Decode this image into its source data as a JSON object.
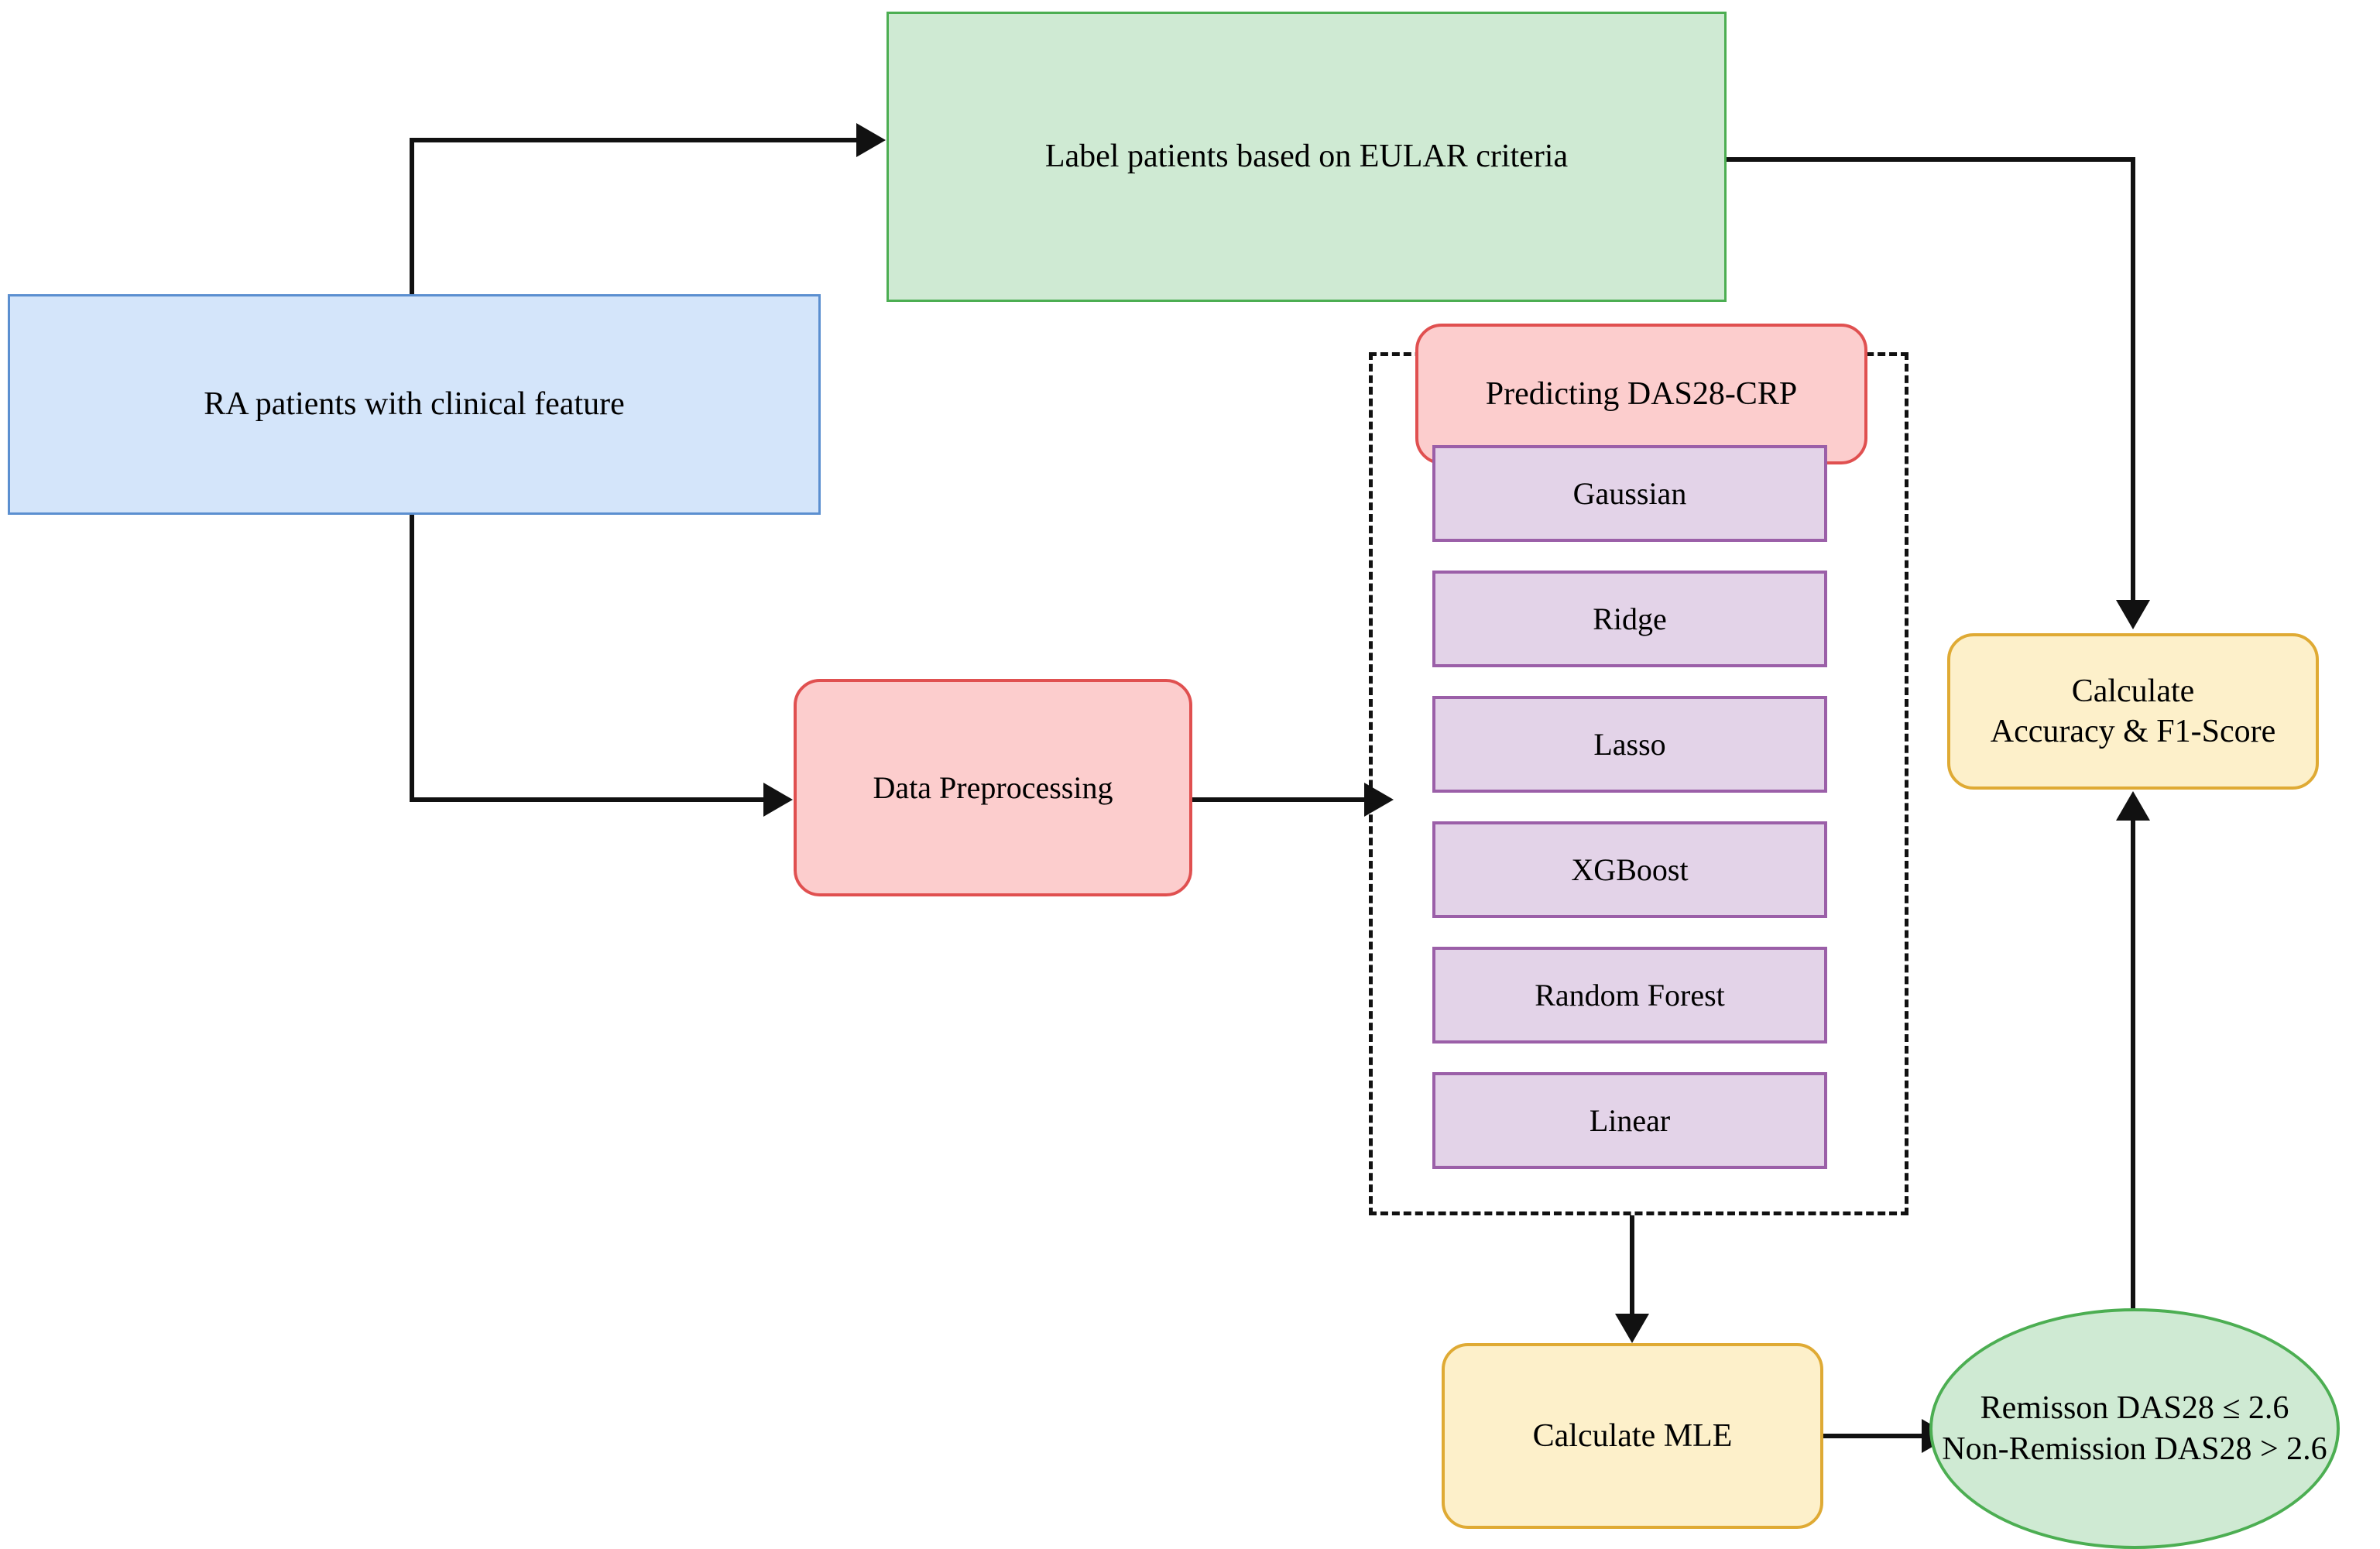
{
  "diagram": {
    "title": "RA DAS28-CRP prediction pipeline flowchart",
    "background_color": "#ffffff"
  },
  "nodes": {
    "ra_patients": {
      "label": "RA patients with  clinical feature",
      "fill": "#d4e5fa",
      "stroke": "#5b8fd0",
      "shape": "rectangle"
    },
    "label_eular": {
      "label": "Label patients based on EULAR criteria",
      "fill": "#cfead3",
      "stroke": "#4cae52",
      "shape": "rectangle"
    },
    "data_preprocessing": {
      "label": "Data Preprocessing",
      "fill": "#fccdcd",
      "stroke": "#e05050",
      "shape": "rounded-rectangle"
    },
    "predicting": {
      "label": "Predicting DAS28-CRP",
      "fill": "#fccdcd",
      "stroke": "#e05050",
      "shape": "rounded-rectangle"
    },
    "calculate_accuracy": {
      "line1": "Calculate",
      "line2": "Accuracy & F1-Score",
      "fill": "#fdf0ca",
      "stroke": "#dfaa34",
      "shape": "rounded-rectangle"
    },
    "calculate_mle": {
      "label": "Calculate MLE",
      "fill": "#fdf0ca",
      "stroke": "#dfaa34",
      "shape": "rounded-rectangle"
    },
    "outcome": {
      "line1": "Remisson DAS28 ≤ 2.6",
      "line2": "Non-Remission DAS28 > 2.6",
      "fill": "#cfead3",
      "stroke": "#4cae52",
      "shape": "ellipse"
    }
  },
  "model_group": {
    "border_style": "dashed",
    "stroke": "#111111",
    "models": [
      {
        "label": "Gaussian"
      },
      {
        "label": "Ridge"
      },
      {
        "label": "Lasso"
      },
      {
        "label": "XGBoost"
      },
      {
        "label": "Random Forest"
      },
      {
        "label": "Linear"
      }
    ],
    "fill": "#e3d3e8",
    "model_stroke": "#9b5fa8"
  },
  "edges": [
    {
      "from": "ra_patients",
      "to": "label_eular",
      "style": "elbow-arrow"
    },
    {
      "from": "ra_patients",
      "to": "data_preprocessing",
      "style": "elbow-arrow"
    },
    {
      "from": "data_preprocessing",
      "to": "model_group",
      "style": "straight-arrow"
    },
    {
      "from": "model_group",
      "to": "calculate_mle",
      "style": "straight-arrow"
    },
    {
      "from": "calculate_mle",
      "to": "outcome",
      "style": "straight-arrow"
    },
    {
      "from": "outcome",
      "to": "calculate_accuracy",
      "style": "straight-arrow"
    },
    {
      "from": "label_eular",
      "to": "calculate_accuracy",
      "style": "elbow-arrow"
    }
  ]
}
